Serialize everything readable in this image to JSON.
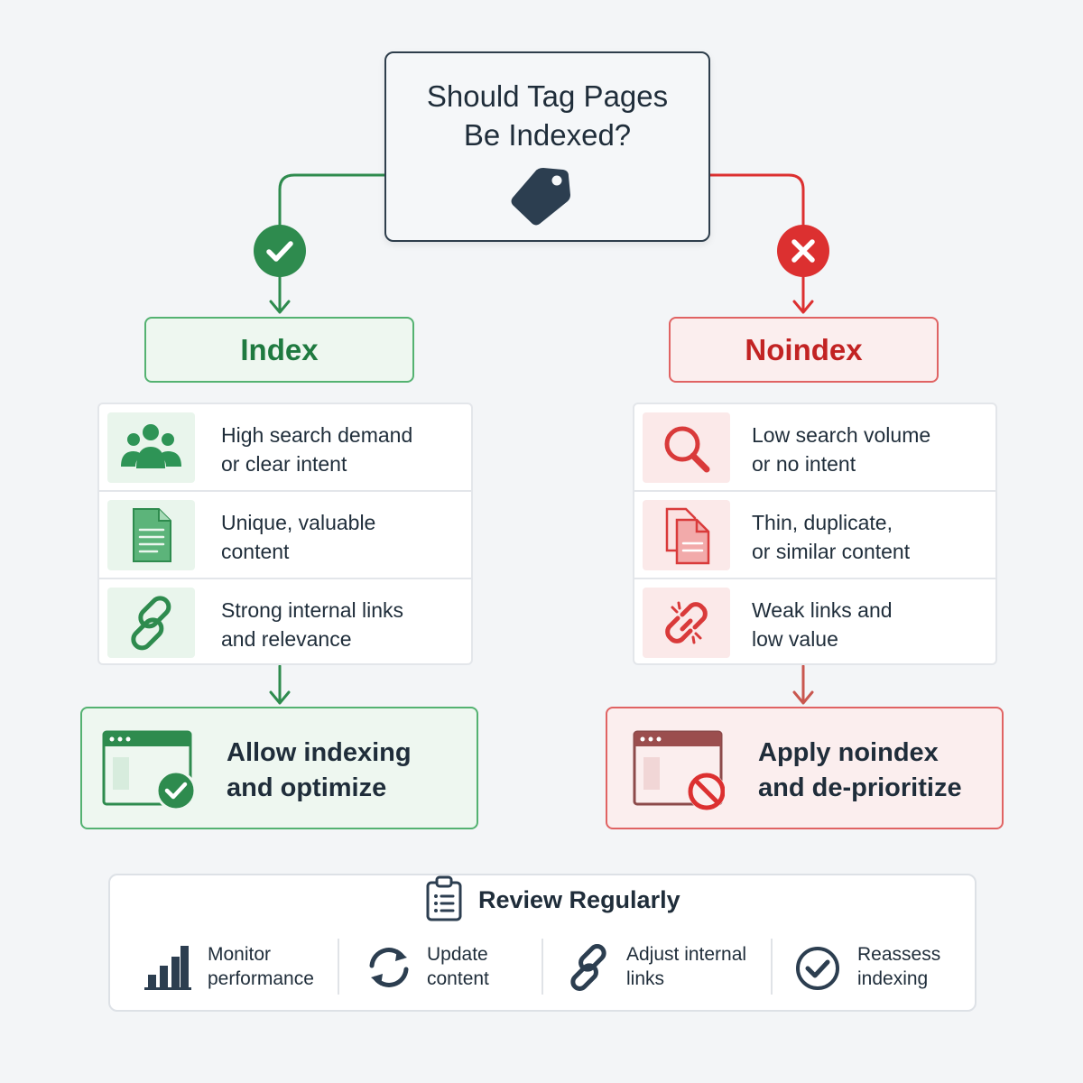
{
  "question": {
    "title": "Should Tag Pages\nBe Indexed?",
    "icon": "tag-icon"
  },
  "colors": {
    "yes": "#2e8b4e",
    "no": "#dc3030",
    "ink": "#2e3e4c"
  },
  "branches": {
    "yes": {
      "badge_icon": "check-icon",
      "label": "Index",
      "criteria": [
        {
          "icon": "users-icon",
          "text": "High search demand\nor clear intent"
        },
        {
          "icon": "document-icon",
          "text": "Unique, valuable\ncontent"
        },
        {
          "icon": "link-icon",
          "text": "Strong internal links\nand relevance"
        }
      ],
      "action": {
        "icon": "browser-check-icon",
        "text": "Allow indexing\nand optimize"
      }
    },
    "no": {
      "badge_icon": "close-icon",
      "label": "Noindex",
      "criteria": [
        {
          "icon": "search-icon",
          "text": "Low search volume\nor no intent"
        },
        {
          "icon": "duplicate-document-icon",
          "text": "Thin, duplicate,\nor similar content"
        },
        {
          "icon": "broken-link-icon",
          "text": "Weak links and\nlow value"
        }
      ],
      "action": {
        "icon": "browser-block-icon",
        "text": "Apply noindex\nand de-prioritize"
      }
    }
  },
  "review": {
    "title": "Review Regularly",
    "icon": "clipboard-icon",
    "steps": [
      {
        "icon": "bar-chart-icon",
        "text": "Monitor\nperformance"
      },
      {
        "icon": "refresh-icon",
        "text": "Update\ncontent"
      },
      {
        "icon": "link-icon",
        "text": "Adjust internal\nlinks"
      },
      {
        "icon": "check-circle-icon",
        "text": "Reassess\nindexing"
      }
    ]
  }
}
